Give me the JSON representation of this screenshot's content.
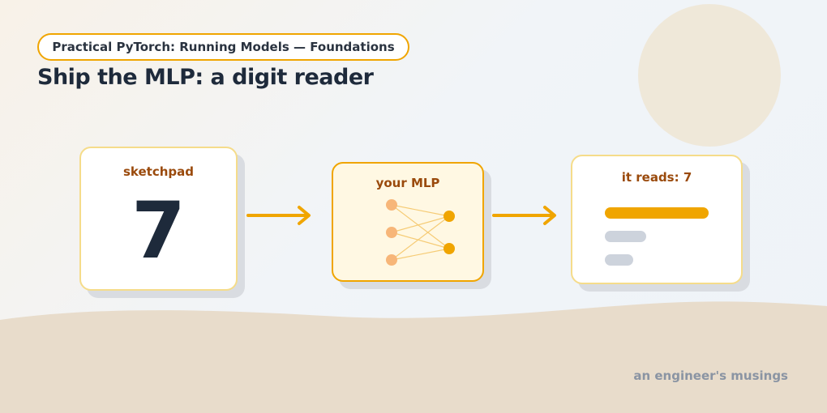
{
  "header": {
    "series_label": "Practical PyTorch: Running Models — Foundations",
    "title": "Ship the MLP: a digit reader"
  },
  "diagram": {
    "input_card": {
      "label": "sketchpad",
      "digit": "7"
    },
    "model_card": {
      "label": "your MLP",
      "layers": [
        3,
        2
      ]
    },
    "output_card": {
      "label": "it reads: 7",
      "bars": [
        1.0,
        0.4,
        0.27
      ]
    }
  },
  "footer": {
    "credit": "an engineer's musings"
  },
  "colors": {
    "accent": "#f0a500",
    "label_brown": "#9a4a0c",
    "ink": "#1e2a3b",
    "muted_bar": "#cdd3dc",
    "input_node": "#f7b679",
    "sand": "#e8dccb"
  }
}
